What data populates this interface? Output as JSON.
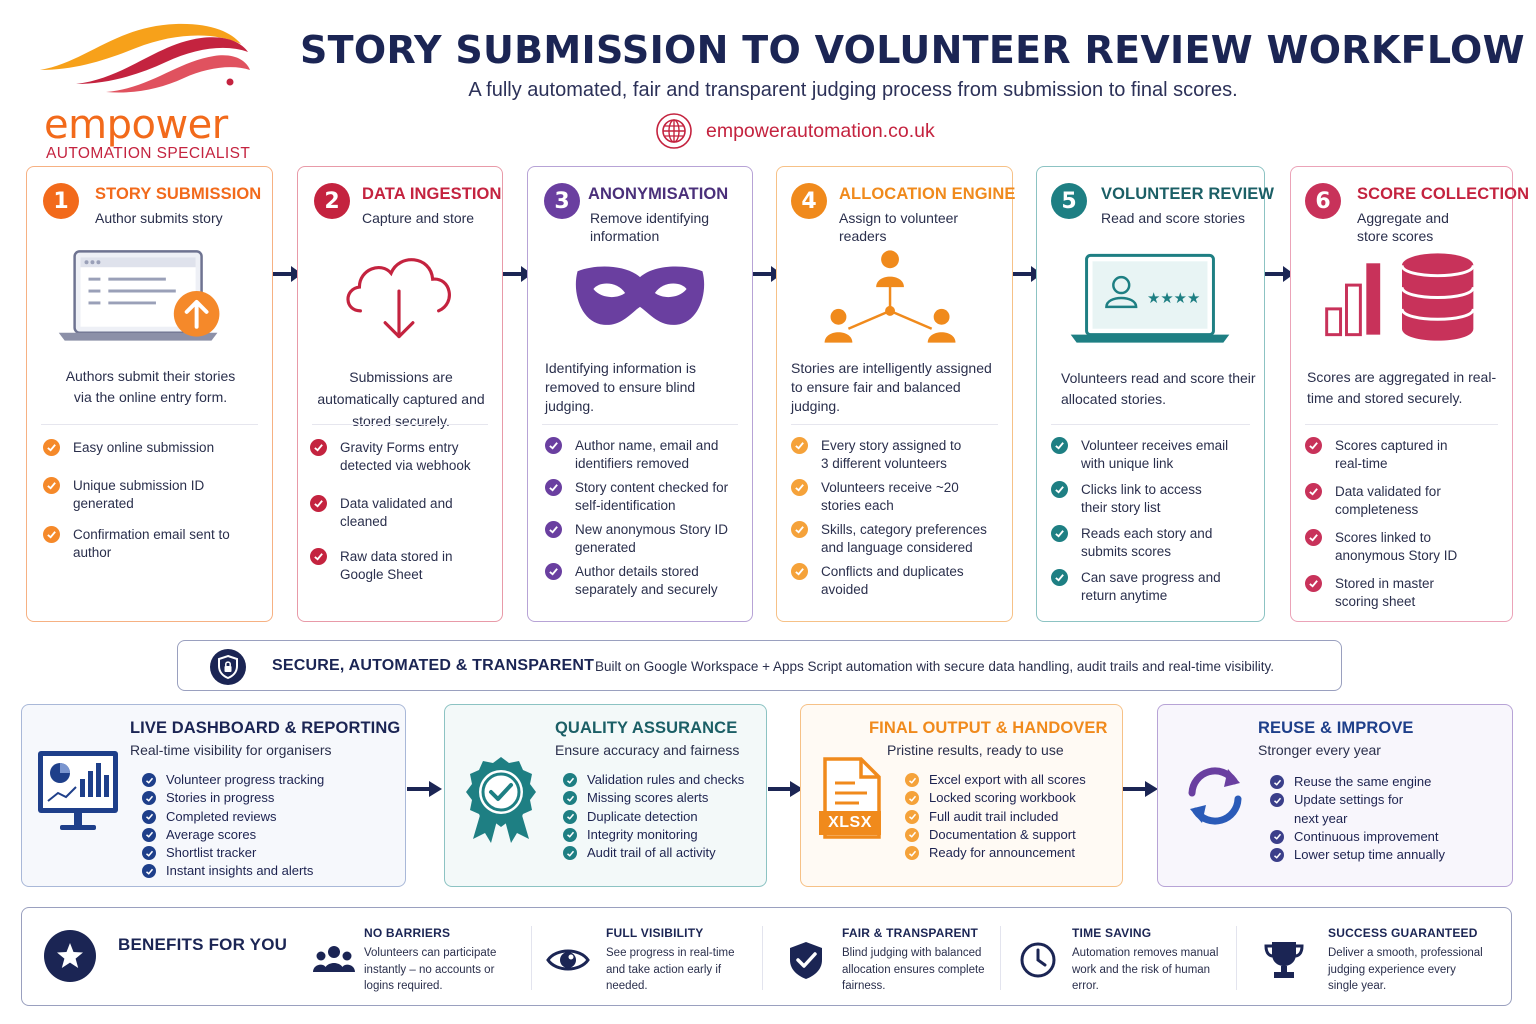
{
  "header": {
    "brand": "empower",
    "tagline": "AUTOMATION SPECIALIST",
    "title": "STORY SUBMISSION TO VOLUNTEER REVIEW WORKFLOW",
    "subtitle": "A fully automated, fair and transparent judging process from submission to final scores.",
    "website": "empowerautomation.co.uk"
  },
  "colors": {
    "orange": "#f26a1b",
    "crimson": "#c4233f",
    "purple": "#6a3fa0",
    "amber": "#f08a1c",
    "teal": "#1e7f83",
    "pink": "#c8325a",
    "navy": "#1b2554",
    "blue": "#1e3f8a"
  },
  "steps": [
    {
      "number": "1",
      "title": "STORY SUBMISSION",
      "subtitle": "Author submits story",
      "icon": "laptop-upload-icon",
      "description": "Authors submit their stories via the online entry form.",
      "bullets": [
        "Easy online submission",
        "Unique submission ID generated",
        "Confirmation email sent to author"
      ]
    },
    {
      "number": "2",
      "title": "DATA INGESTION",
      "subtitle": "Capture and store",
      "icon": "cloud-download-icon",
      "description": "Submissions are automatically captured and stored securely.",
      "bullets": [
        "Gravity Forms entry detected via webhook",
        "Data validated and cleaned",
        "Raw data stored in Google Sheet"
      ]
    },
    {
      "number": "3",
      "title": "ANONYMISATION",
      "subtitle": "Remove identifying information",
      "icon": "mask-icon",
      "description": "Identifying information is removed to ensure blind judging.",
      "bullets": [
        "Author name, email and identifiers removed",
        "Story content checked for self-identification",
        "New anonymous Story ID generated",
        "Author details stored separately and securely"
      ]
    },
    {
      "number": "4",
      "title": "ALLOCATION ENGINE",
      "subtitle": "Assign to volunteer readers",
      "icon": "network-people-icon",
      "description": "Stories are intelligently assigned to ensure fair and balanced judging.",
      "bullets": [
        "Every story assigned to 3 different volunteers",
        "Volunteers receive ~20 stories each",
        "Skills, category preferences and language considered",
        "Conflicts and duplicates avoided"
      ]
    },
    {
      "number": "5",
      "title": "VOLUNTEER REVIEW",
      "subtitle": "Read and score stories",
      "icon": "laptop-rating-icon",
      "description": "Volunteers read and score their allocated stories.",
      "bullets": [
        "Volunteer receives email with unique link",
        "Clicks link to access their story list",
        "Reads each story and submits scores",
        "Can save progress and return anytime"
      ]
    },
    {
      "number": "6",
      "title": "SCORE COLLECTION",
      "subtitle": "Aggregate and store scores",
      "icon": "database-chart-icon",
      "description": "Scores are aggregated in real-time and stored securely.",
      "bullets": [
        "Scores captured in real-time",
        "Data validated for completeness",
        "Scores linked to anonymous Story ID",
        "Stored in master scoring sheet"
      ]
    }
  ],
  "banner": {
    "icon": "shield-lock-icon",
    "title": "SECURE, AUTOMATED & TRANSPARENT",
    "text": "Built on Google Workspace + Apps Script automation with secure data handling, audit trails and real-time visibility."
  },
  "panels": [
    {
      "title": "LIVE DASHBOARD & REPORTING",
      "subtitle": "Real-time visibility for organisers",
      "icon": "monitor-dashboard-icon",
      "bullets": [
        "Volunteer progress tracking",
        "Stories in progress",
        "Completed reviews",
        "Average scores",
        "Shortlist tracker",
        "Instant insights and alerts"
      ]
    },
    {
      "title": "QUALITY ASSURANCE",
      "subtitle": "Ensure accuracy and fairness",
      "icon": "award-badge-icon",
      "bullets": [
        "Validation rules and checks",
        "Missing scores alerts",
        "Duplicate detection",
        "Integrity monitoring",
        "Audit trail of all activity"
      ]
    },
    {
      "title": "FINAL OUTPUT & HANDOVER",
      "subtitle": "Pristine results, ready to use",
      "icon": "xlsx-file-icon",
      "icon_label": "XLSX",
      "bullets": [
        "Excel export with all scores",
        "Locked scoring workbook",
        "Full audit trail included",
        "Documentation & support",
        "Ready for announcement"
      ]
    },
    {
      "title": "REUSE & IMPROVE",
      "subtitle": "Stronger every year",
      "icon": "refresh-cycle-icon",
      "bullets": [
        "Reuse the same engine",
        "Update settings for next year",
        "Continuous improvement",
        "Lower setup time annually"
      ]
    }
  ],
  "benefits": {
    "heading": "BENEFITS FOR YOU",
    "items": [
      {
        "title": "NO BARRIERS",
        "text": "Volunteers can participate instantly – no accounts or logins required.",
        "icon": "group-people-icon"
      },
      {
        "title": "FULL VISIBILITY",
        "text": "See progress in real-time and take action early if needed.",
        "icon": "eye-icon"
      },
      {
        "title": "FAIR & TRANSPARENT",
        "text": "Blind judging with balanced allocation ensures complete fairness.",
        "icon": "shield-check-icon"
      },
      {
        "title": "TIME SAVING",
        "text": "Automation removes manual work and the risk of human error.",
        "icon": "clock-icon"
      },
      {
        "title": "SUCCESS GUARANTEED",
        "text": "Deliver a smooth, professional judging experience every single year.",
        "icon": "trophy-icon"
      }
    ]
  }
}
